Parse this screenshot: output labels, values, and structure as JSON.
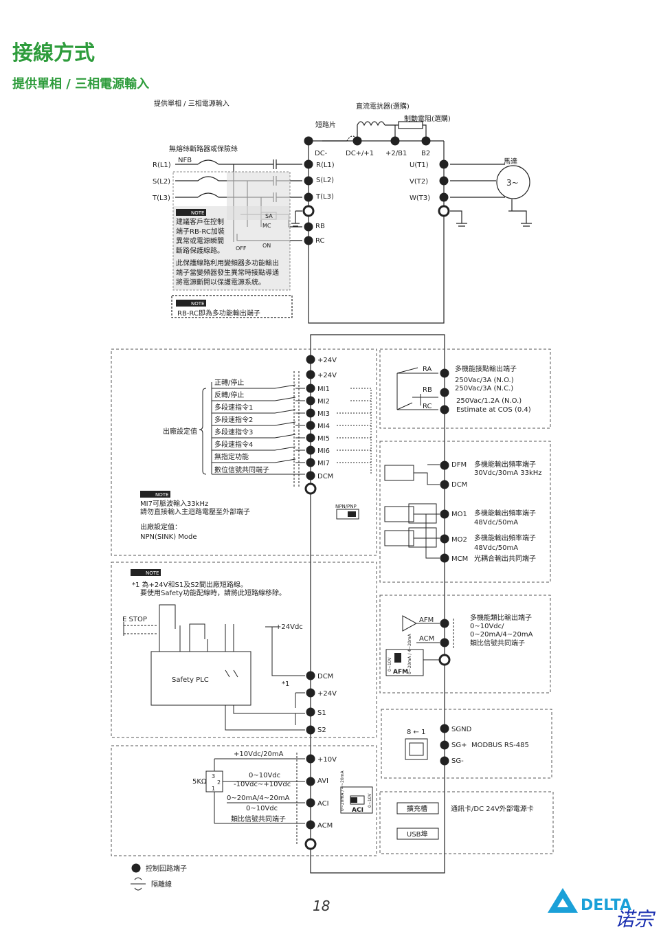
{
  "heading": "接線方式",
  "subheading": "提供單相 / 三相電源輸入",
  "page_number": "18",
  "brand": "DELTA",
  "stamp": "诺宗",
  "power": {
    "supply_label": "提供單相 / 三相電源輸入",
    "breaker_label": "無熔絲斷路器或保險絲",
    "nfb": "NFB",
    "dc_reactor": "直流電抗器(選購)",
    "jumper": "短路片",
    "brake_resistor": "制動電阻(選購)",
    "motor": "馬達",
    "motor_symbol": "3~",
    "inputs": [
      "R(L1)",
      "S(L2)",
      "T(L3)"
    ],
    "input_terms": [
      "R(L1)",
      "S(L2)",
      "T(L3)"
    ],
    "dc_terms": [
      "DC-",
      "DC+/+1",
      "+2/B1",
      "B2"
    ],
    "outputs": [
      "U(T1)",
      "V(T2)",
      "W(T3)"
    ],
    "rb": "RB",
    "rc": "RC",
    "sa": "SA",
    "mc": "MC",
    "on": "ON",
    "off": "OFF",
    "note_tag": "NOTE",
    "note_lines": [
      "建議客戶在控制",
      "端子RB-RC加裝",
      "異常或電源瞬間",
      "斷路保護線路。",
      "此保護線路利用變頻器多功能輸出",
      "端子當變頻器發生異常時接點導通",
      "將電源斷開以保護電源系統。"
    ],
    "note2": "RB-RC即為多功能輸出端子"
  },
  "digital": {
    "terms": [
      "+24V",
      "+24V",
      "MI1",
      "MI2",
      "MI3",
      "MI4",
      "MI5",
      "MI6",
      "MI7",
      "DCM"
    ],
    "functions": [
      "正轉/停止",
      "反轉/停止",
      "多段速指令1",
      "多段速指令2",
      "多段速指令3",
      "多段速指令4",
      "無指定功能",
      "數位信號共同端子"
    ],
    "factory": "出廠設定值",
    "note_tag": "NOTE",
    "note_lines": [
      "MI7可脈波輸入33kHz",
      "請勿直接輸入主迴路電壓至外部端子"
    ],
    "setting_lines": [
      "出廠設定值：",
      "NPN(SINK) Mode"
    ],
    "switch": "NPN/PNP"
  },
  "safety": {
    "note_tag": "NOTE",
    "note_lines": [
      "*1 為+24V和S1及S2間出廠短路線。",
      "要使用Safety功能配線時，請將此短路線移除。"
    ],
    "estop": "E STOP",
    "plc": "Safety PLC",
    "v24": "+24Vdc",
    "mark": "*1",
    "terms": [
      "DCM",
      "+24V",
      "S1",
      "S2"
    ]
  },
  "analog_in": {
    "terms": [
      "+10V",
      "AVI",
      "ACI",
      "ACM"
    ],
    "labels": [
      "+10Vdc/20mA",
      "0~10Vdc",
      "-10Vdc~+10Vdc",
      "0~20mA/4~20mA",
      "0~10Vdc",
      "類比信號共同端子"
    ],
    "pot": "5KΩ",
    "pot_pins": [
      "3",
      "2",
      "1"
    ],
    "switch_left": "0~20mA / 4~20mA",
    "switch_right": "0~10V",
    "switch_name": "ACI"
  },
  "relay": {
    "terms": [
      "RA",
      "RB",
      "RC"
    ],
    "desc": [
      "多機能接點輸出端子",
      "250Vac/3A (N.O.)",
      "250Vac/3A (N.C.)",
      "250Vac/1.2A (N.O.)",
      "Estimate at COS (0.4)"
    ]
  },
  "pulse": {
    "terms": [
      "DFM",
      "DCM",
      "MO1",
      "MO2",
      "MCM"
    ],
    "desc": [
      "多機能輸出頻率端子",
      "30Vdc/30mA 33kHz",
      "多機能輸出頻率端子",
      "48Vdc/50mA",
      "多機能輸出頻率端子",
      "48Vdc/50mA",
      "光耦合輸出共同端子"
    ]
  },
  "afm": {
    "terms": [
      "AFM",
      "ACM"
    ],
    "desc": [
      "多機能類比輸出端子",
      "0~10Vdc/",
      "0~20mA/4~20mA",
      "類比信號共同端子"
    ],
    "switch_left": "0~10V",
    "switch_right": "0~20mA / 4~20mA",
    "switch_name": "AFM"
  },
  "comm": {
    "pins": "8 ← 1",
    "terms": [
      "SGND",
      "SG+",
      "SG-"
    ],
    "desc": "MODBUS  RS-485"
  },
  "ext": {
    "slot": "擴充槽",
    "usb": "USB埠",
    "desc": "通訊卡/DC 24V外部電源卡"
  },
  "legend": {
    "terminal": "控制回路端子",
    "shield": "隔離線"
  }
}
